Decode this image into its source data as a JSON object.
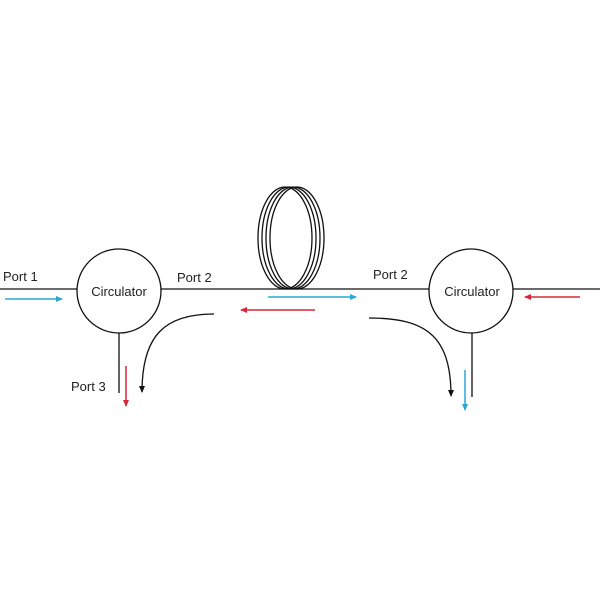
{
  "colors": {
    "line": "#111111",
    "forward": "#2aa7d6",
    "backward": "#d8283a"
  },
  "left": {
    "port1": "Port 1",
    "circulator": "Circulator",
    "port2": "Port 2",
    "port3": "Port 3"
  },
  "right": {
    "port2": "Port 2",
    "circulator": "Circulator"
  },
  "fiber_coil": {
    "icon": "fiber-coil-icon"
  }
}
